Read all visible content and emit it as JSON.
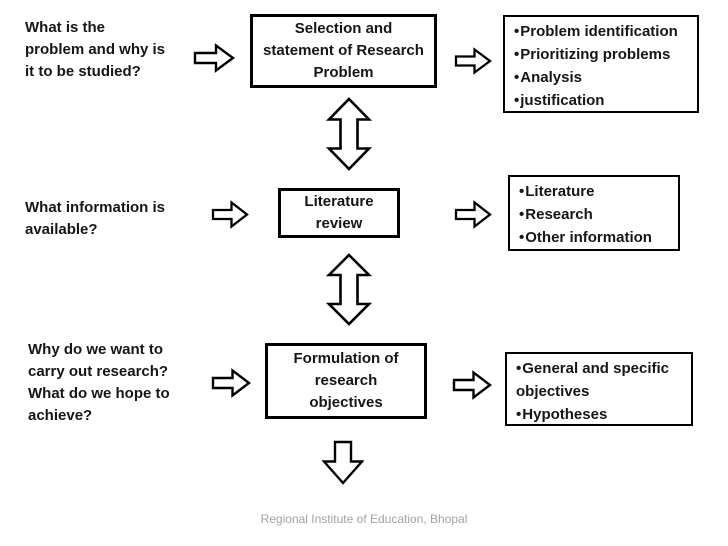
{
  "footer": "Regional Institute of Education, Bhopal",
  "colors": {
    "ink": "#000000",
    "text": "#161616",
    "background": "#ffffff",
    "footer_text": "#a2a2a2"
  },
  "rows": [
    {
      "question": "What is the problem and why is it to be studied?",
      "question_lines": [
        "What is the",
        "problem and why is",
        "it to be studied?"
      ],
      "step": "Selection and statement of Research Problem",
      "step_lines": [
        "Selection and",
        "statement of Research",
        "Problem"
      ],
      "outputs": [
        "Problem identification",
        "Prioritizing problems",
        "Analysis",
        "justification"
      ]
    },
    {
      "question": "What information is available?",
      "question_lines": [
        "What information is",
        "available?"
      ],
      "step": "Literature review",
      "step_lines": [
        "Literature",
        "review"
      ],
      "outputs": [
        "Literature",
        "Research",
        "Other information"
      ]
    },
    {
      "question": "Why do we want to carry out research? What do we hope to achieve?",
      "question_lines": [
        "Why do we want to",
        "carry out research?",
        "What do we hope to",
        "achieve?"
      ],
      "step": "Formulation of research objectives",
      "step_lines": [
        "Formulation of",
        "research",
        "objectives"
      ],
      "outputs": [
        "General and specific objectives",
        "Hypotheses"
      ]
    }
  ]
}
